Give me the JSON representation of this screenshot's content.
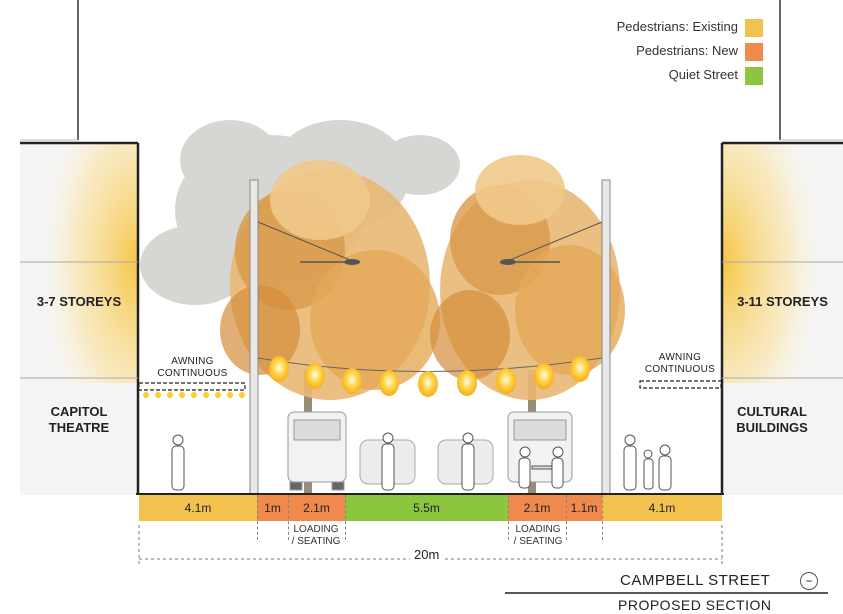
{
  "legend": [
    {
      "label": "Pedestrians: Existing",
      "color": "#f2c14e"
    },
    {
      "label": "Pedestrians: New",
      "color": "#ef8a4c"
    },
    {
      "label": "Quiet Street",
      "color": "#8cc63f"
    }
  ],
  "left_building": {
    "height_label": "3-7 STOREYS",
    "name": "CAPITOL\nTHEATRE"
  },
  "right_building": {
    "height_label": "3-11 STOREYS",
    "name": "CULTURAL\nBUILDINGS"
  },
  "awning_left": "AWNING\nCONTINUOUS",
  "awning_right": "AWNING\nCONTINUOUS",
  "segments": [
    {
      "label": "4.1m",
      "color": "#f2c14e"
    },
    {
      "label": "1m",
      "color": "#ef8a4c"
    },
    {
      "label": "2.1m",
      "color": "#ef8a4c"
    },
    {
      "label": "5.5m",
      "color": "#8cc63f"
    },
    {
      "label": "2.1m",
      "color": "#ef8a4c"
    },
    {
      "label": "1.1m",
      "color": "#ef8a4c"
    },
    {
      "label": "4.1m",
      "color": "#f2c14e"
    }
  ],
  "loading_left": "LOADING\n/ SEATING",
  "loading_right": "LOADING\n/ SEATING",
  "total_width": "20m",
  "street_name": "CAMPBELL STREET",
  "section_title": "PROPOSED SECTION",
  "north_icon": "north-arrow-icon"
}
